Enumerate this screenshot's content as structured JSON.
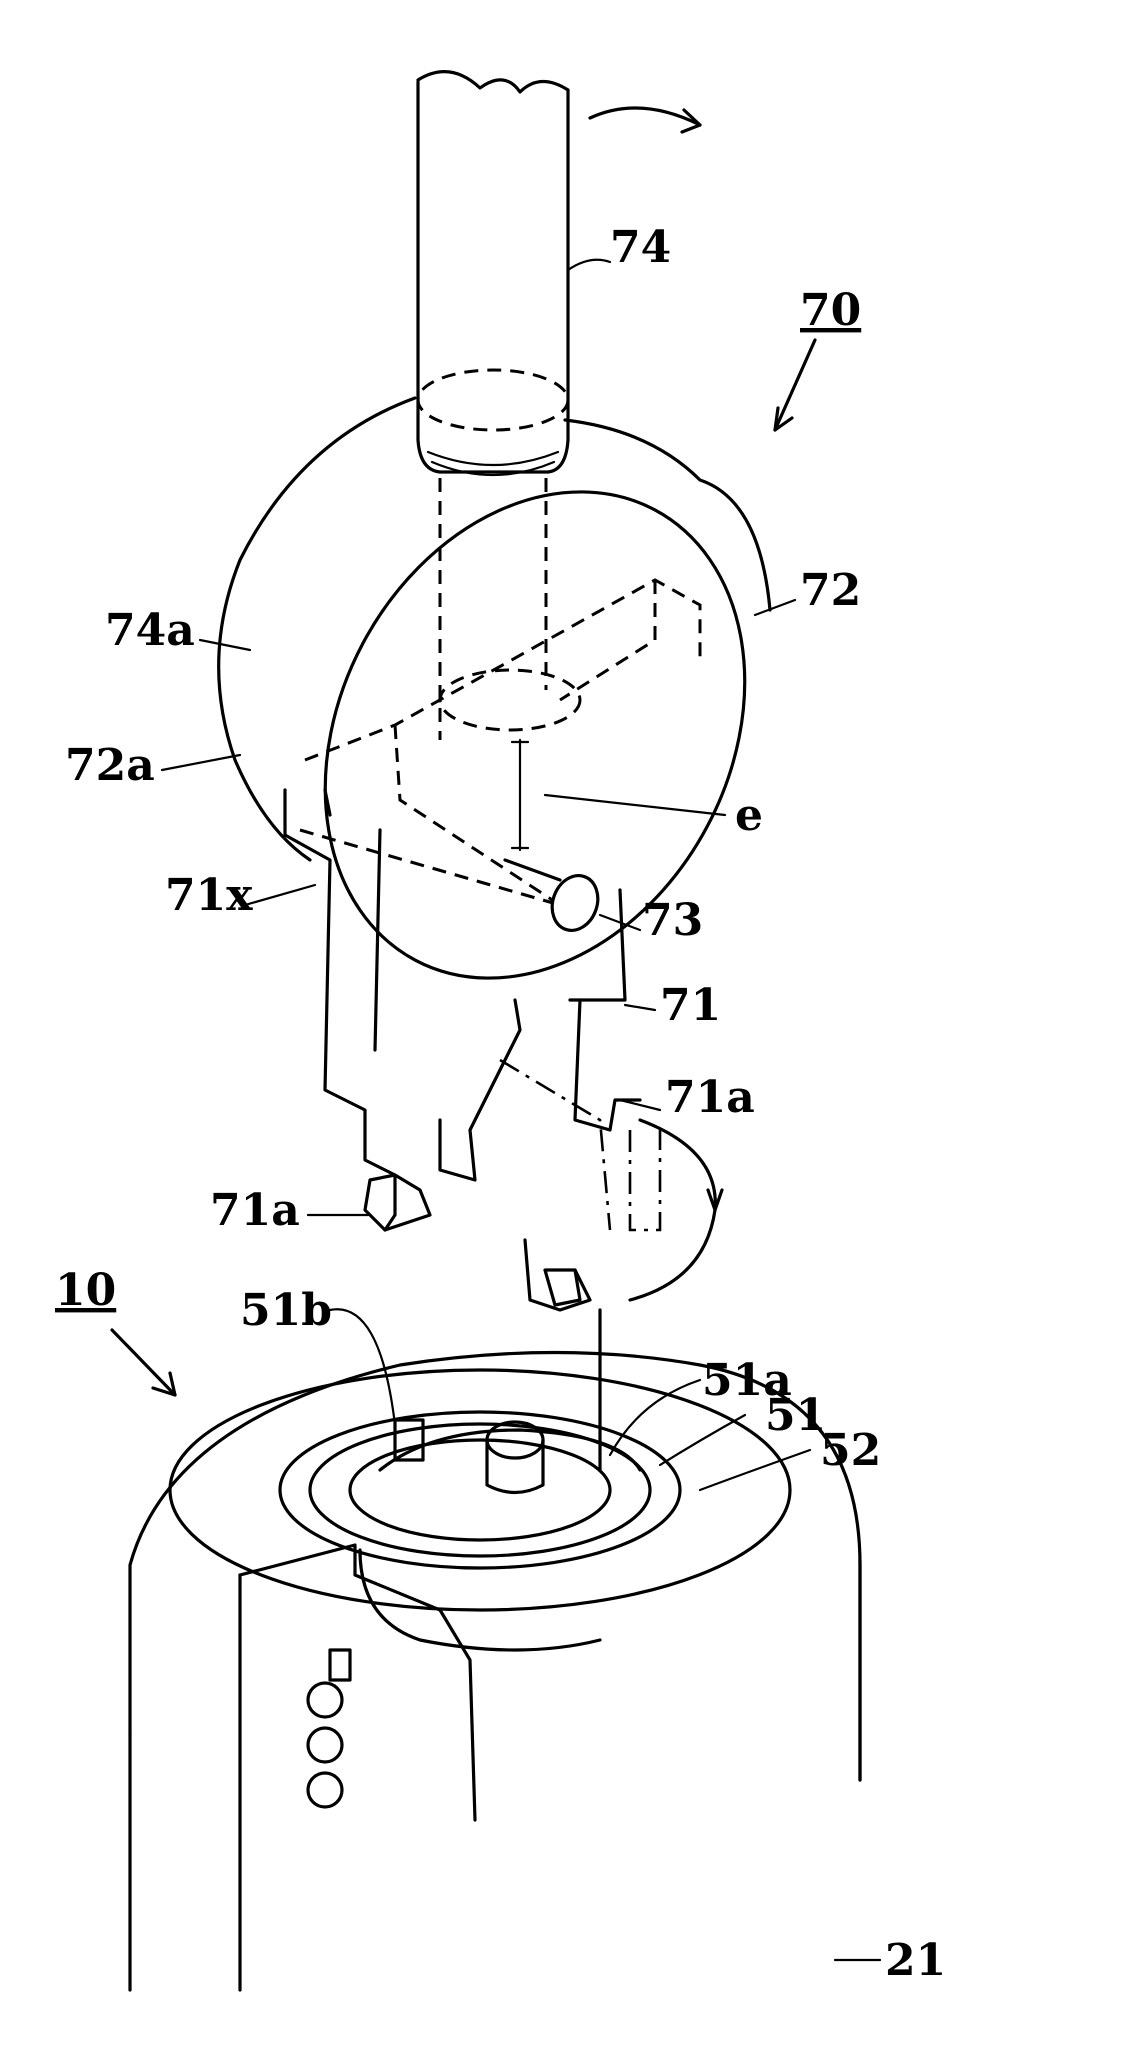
{
  "labels": {
    "l74": "74",
    "l70": "70",
    "l72": "72",
    "l74a": "74a",
    "l72a": "72a",
    "le": "e",
    "l71x": "71x",
    "l73": "73",
    "l71": "71",
    "l71a_right": "71a",
    "l71a_left": "71a",
    "l10": "10",
    "l51b": "51b",
    "l51a": "51a",
    "l51": "51",
    "l52": "52",
    "l21": "21"
  },
  "colors": {
    "ink": "#000000",
    "paper": "#ffffff"
  }
}
